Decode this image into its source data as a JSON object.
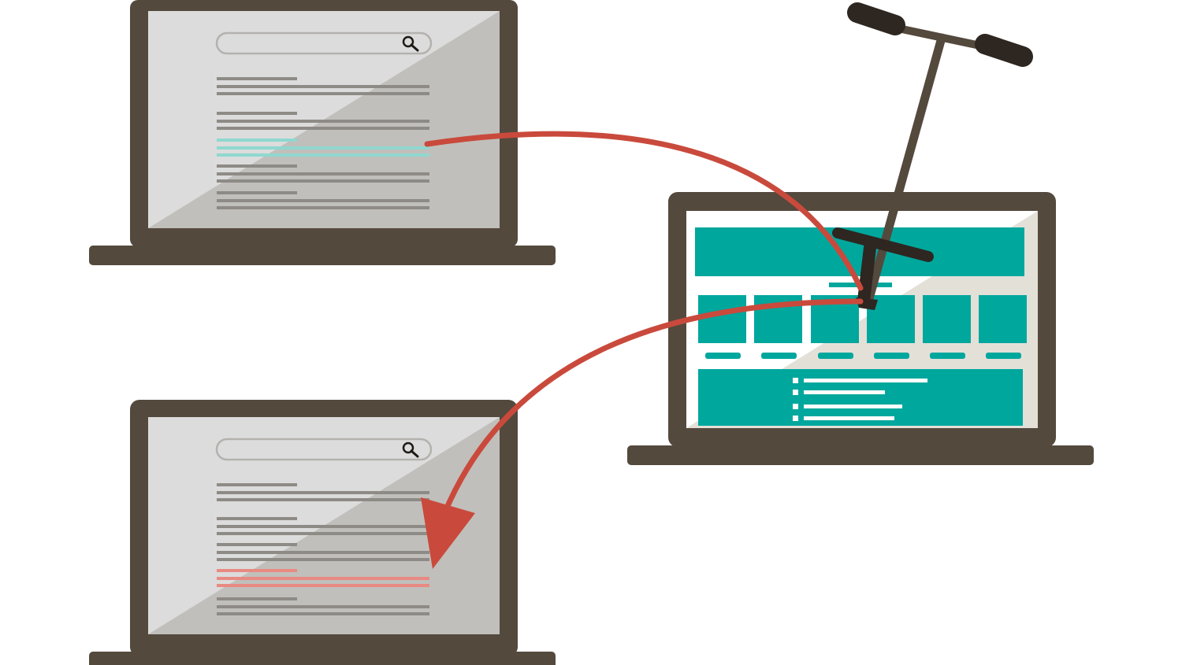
{
  "colors": {
    "background": "#ffffff",
    "laptop_body": "#54493d",
    "screen_light": "#dcdcdc",
    "screen_shade": "#c1bfbb",
    "result_line_light": "#b6b4b0",
    "result_line_dark": "#8e8b86",
    "highlight_up": "#8fd8d0",
    "highlight_down": "#e88a82",
    "site_teal": "#00a79d",
    "site_bg": "#ece9e2",
    "arrow": "#c94a3c",
    "plunger_handle": "#2e2620",
    "plunger_shaft": "#54493d"
  },
  "icons": {
    "search": "search-icon",
    "plunger": "plunger-icon",
    "arrow": "curved-arrow-icon"
  },
  "laptops": [
    {
      "name": "search-results-before",
      "highlight": "up"
    },
    {
      "name": "website-page",
      "highlight": "none"
    },
    {
      "name": "search-results-after",
      "highlight": "down"
    }
  ]
}
